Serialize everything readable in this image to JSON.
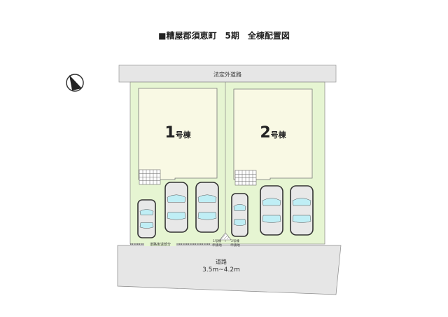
{
  "title": "■糟屋郡須恵町　5期　全棟配置図",
  "top_road": "法定外道路",
  "houses": [
    {
      "num": "1",
      "suffix": "号棟"
    },
    {
      "num": "2",
      "suffix": "号棟"
    }
  ],
  "setback_label": "道路後退部分",
  "application_labels": [
    {
      "line1": "1号棟",
      "line2": "申請地"
    },
    {
      "line1": "2号棟",
      "line2": "申請地"
    }
  ],
  "bottom_road": {
    "name": "道路",
    "width": "3.5m~4.2m"
  },
  "colors": {
    "lot": "#e6f5d2",
    "house": "#f9f9e4",
    "road": "#e6e6e6",
    "glass": "#bfeef5",
    "car": "#e8e8e8"
  },
  "icons": [
    "north-arrow-icon"
  ]
}
